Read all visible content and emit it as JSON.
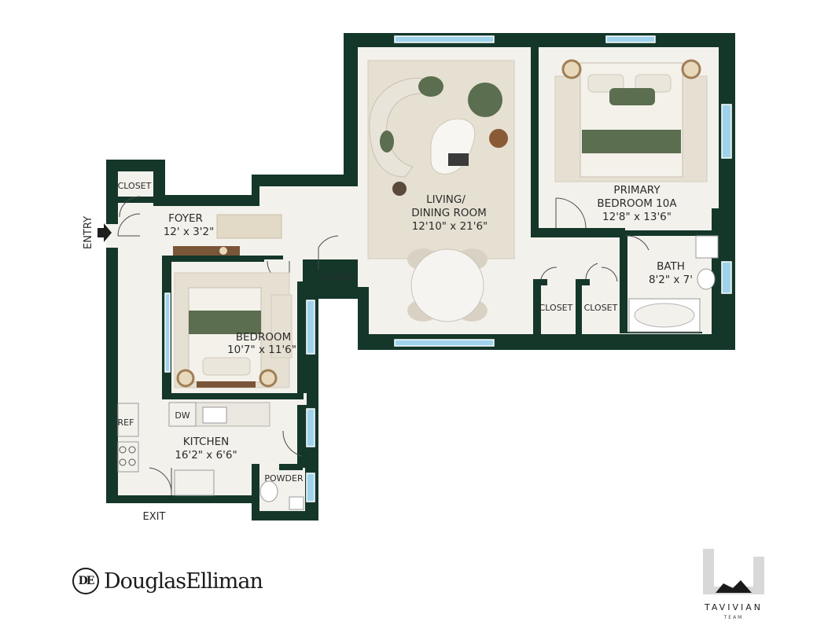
{
  "rooms": {
    "living": {
      "name_line1": "LIVING/",
      "name_line2": "DINING ROOM",
      "size": "12'10\" x 21'6\""
    },
    "primary": {
      "name_line1": "PRIMARY",
      "name_line2": "BEDROOM 10A",
      "size": "12'8\" x 13'6\""
    },
    "foyer": {
      "name": "FOYER",
      "size": "12' x 3'2\""
    },
    "bedroom": {
      "name": "BEDROOM",
      "size": "10'7\" x 11'6\""
    },
    "bath": {
      "name": "BATH",
      "size": "8'2\" x 7'"
    },
    "kitchen": {
      "name": "KITCHEN",
      "size": "16'2\" x 6'6\""
    }
  },
  "closets": {
    "foyer": "CLOSET",
    "hall": "CLOSET",
    "primary_left": "CLOSET",
    "primary_right": "CLOSET"
  },
  "fixtures": {
    "powder": "POWDER",
    "dishwasher": "DW",
    "refrigerator": "REF"
  },
  "markers": {
    "entry": "ENTRY",
    "exit": "EXIT"
  },
  "branding": {
    "agency": "DouglasElliman",
    "agency_monogram": "DE",
    "team": "TAVIVIAN",
    "team_sub": "TEAM"
  },
  "colors": {
    "wall": "#14372a",
    "floor": "#f3f1ec",
    "rug": "#e6e0d3",
    "accent_green": "#5b6e4f",
    "window": "#9fd3ec",
    "wood": "#7a5638"
  }
}
